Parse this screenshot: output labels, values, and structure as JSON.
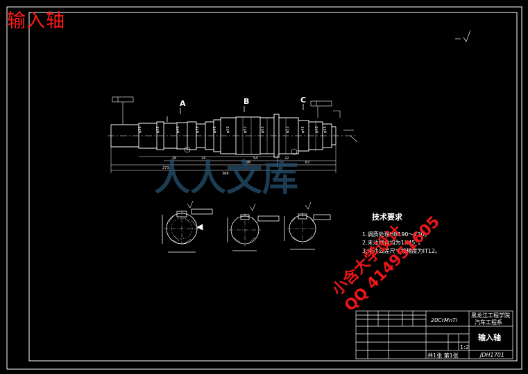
{
  "drawing": {
    "title": "输入轴",
    "section_labels": [
      "A",
      "B",
      "C"
    ],
    "tech_requirements": {
      "title": "技术要求",
      "lines": [
        "1.调质处理HB190～230。",
        "2.未注倒角均为1X45°。",
        "3.未注公差尺寸按精度为IT12。"
      ]
    },
    "dimensions": {
      "left_overall": "273",
      "total": "368",
      "middle": "96",
      "right": "67"
    }
  },
  "title_block": {
    "material": "20CrMnTi",
    "school_line1": "黑龙江工程学院",
    "school_line2": "汽车工程系",
    "part_name": "输入轴",
    "drawing_no": "JDH1701",
    "scale": "1:2",
    "sheet_info": "共1张 第1张"
  },
  "watermarks": {
    "brand": "人人文库",
    "contact_line1": "小含大学设计",
    "contact_line2": "QQ 414951605"
  },
  "colors": {
    "background": "#000000",
    "lines": "#ffffff",
    "stamp": "#ff1a1a",
    "watermark": "#24506e"
  }
}
